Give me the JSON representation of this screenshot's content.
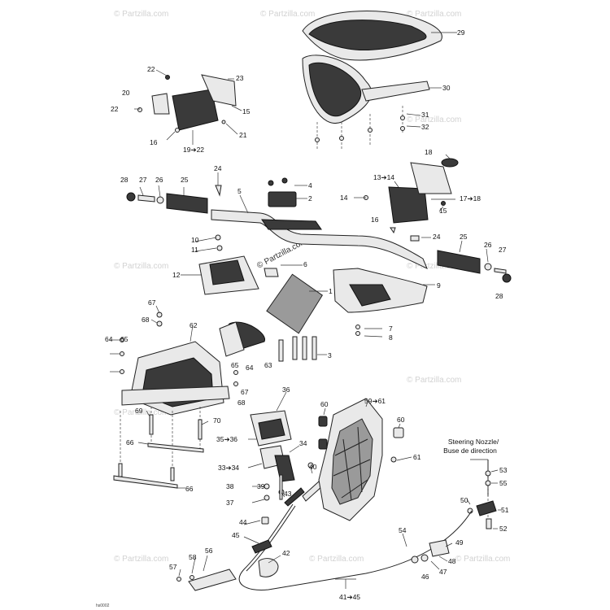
{
  "watermark": "© Partzilla.com",
  "drawing_code": "hs0002",
  "heading_lines": [
    "Steering Nozzle/",
    "Buse de direction"
  ],
  "callouts": [
    "29",
    "30",
    "31",
    "32",
    "22",
    "23",
    "20",
    "15",
    "22",
    "21",
    "16",
    "19➔22",
    "18",
    "13➔14",
    "17➔18",
    "14",
    "15",
    "16",
    "28",
    "27",
    "26",
    "25",
    "24",
    "5",
    "4",
    "2",
    "24",
    "25",
    "26",
    "27",
    "28",
    "10",
    "11",
    "6",
    "12",
    "1",
    "9",
    "67",
    "68",
    "7",
    "8",
    "64",
    "65",
    "62",
    "3",
    "63",
    "65",
    "64",
    "66",
    "67",
    "68",
    "69",
    "70",
    "36",
    "59➔61",
    "60",
    "60",
    "35➔36",
    "34",
    "61",
    "66",
    "33➔34",
    "40",
    "53",
    "55",
    "38",
    "39",
    "50",
    "51",
    "37",
    "43",
    "44",
    "52",
    "45",
    "54",
    "49",
    "42",
    "48",
    "56",
    "58",
    "57",
    "47",
    "46",
    "41➔45"
  ]
}
